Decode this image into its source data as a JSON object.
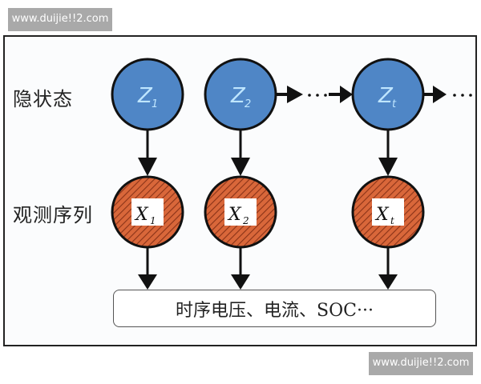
{
  "watermarks": {
    "top": "www.duijie!!2.com",
    "bottom": "www.duijie!!2.com"
  },
  "rows": {
    "hidden_label": "隐状态",
    "observed_label": "观测序列"
  },
  "hidden_states": [
    {
      "symbol": "Z",
      "subscript": "1"
    },
    {
      "symbol": "Z",
      "subscript": "2"
    },
    {
      "symbol": "Z",
      "subscript": "t"
    }
  ],
  "observations": [
    {
      "symbol": "X",
      "subscript": "1"
    },
    {
      "symbol": "X",
      "subscript": "2"
    },
    {
      "symbol": "X",
      "subscript": "t"
    }
  ],
  "ellipsis": "···",
  "output_box": {
    "text": "时序电压、电流、SOC···"
  },
  "colors": {
    "hidden_fill": "#4f86c6",
    "observed_fill": "#d9673a",
    "observed_hatch": "#8a3318",
    "stroke": "#111111"
  }
}
